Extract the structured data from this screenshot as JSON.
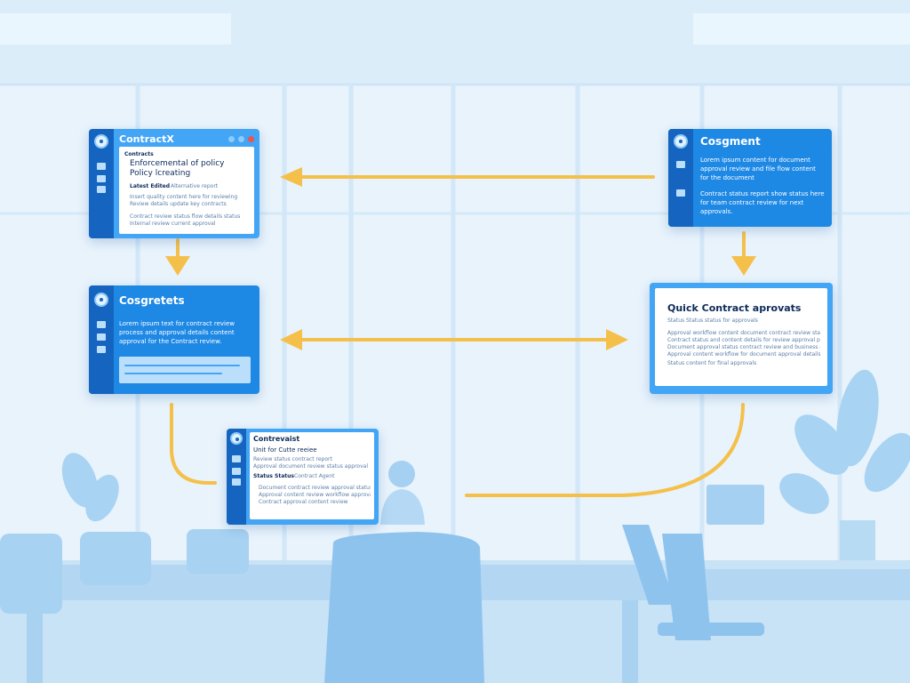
{
  "colors": {
    "accent": "#1e88e5",
    "arrow": "#f5c04a",
    "rail": "#1565c0",
    "background": "#e8f3fc"
  },
  "windows": {
    "top_left": {
      "title": "ContractX",
      "icon": "logo-icon",
      "section": "Contracts",
      "heading": "Enforcemental of policy Policy lcreating",
      "meta_label": "Latest Edited",
      "meta_value": "Alternative report",
      "line1": "Insert quality content here for reviewing",
      "line2": "Review details update key contracts",
      "line3": "Contract review status flow details status",
      "line4": "Internal review current approval"
    },
    "top_right": {
      "title": "Cosgment",
      "icon": "logo-icon",
      "para1": "Lorem ipsum content for document approval review and file flow content for the document",
      "para2": "Contract status report show status here for team contract review for next approvals."
    },
    "mid_left": {
      "title": "Cosgretets",
      "icon": "logo-icon",
      "body": "Lorem ipsum text for contract review process and approval details content approval for the Contract review."
    },
    "mid_right": {
      "title": "Quick Contract aprovats",
      "subtitle": "Status Status status for approvals",
      "line1": "Approval workflow content document contract review status approval contract",
      "line2": "Contract status and content details for review approval process details",
      "line3": "Document approval status contract review and business approval status",
      "line4": "Approval content workflow for document approval details",
      "line5": "Status content for final approvals"
    },
    "bottom_center": {
      "title": "Contrevaist",
      "icon": "logo-icon",
      "subtitle": "Unit for Cutte reeiee",
      "line1": "Review status contract report",
      "line2": "Approval document review status approval",
      "meta_label": "Status Status",
      "meta_value": "Contract Agent",
      "line3": "Document contract review approval status review",
      "line4": "Approval content review workflow approval status",
      "line5": "Contract approval content review"
    }
  }
}
